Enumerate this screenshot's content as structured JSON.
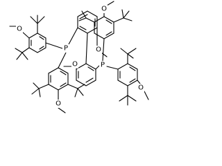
{
  "atom_labels": {
    "p_left": "P",
    "p_right": "P",
    "o_biaryl_upper": "O",
    "o_biaryl_lower": "O",
    "o_methoxy_top_left": "O",
    "o_methoxy_top_right": "O",
    "o_methoxy_bottom_left": "O",
    "o_methoxy_bottom_right": "O"
  },
  "colors": {
    "bond": "#000000",
    "background": "#ffffff"
  }
}
